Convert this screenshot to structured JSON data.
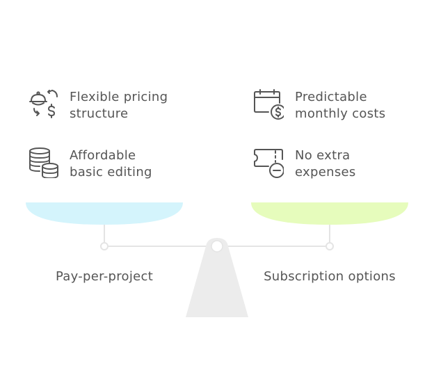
{
  "left_side": {
    "label": "Pay-per-project",
    "pan_color": "#d4f4fc",
    "items": [
      {
        "icon": "cloche-exchange-icon",
        "text": "Flexible pricing\nstructure"
      },
      {
        "icon": "coin-stack-icon",
        "text": "Affordable\nbasic editing"
      }
    ]
  },
  "right_side": {
    "label": "Subscription options",
    "pan_color": "#e6fcbc",
    "items": [
      {
        "icon": "calendar-dollar-icon",
        "text": "Predictable\nmonthly costs"
      },
      {
        "icon": "ticket-minus-icon",
        "text": "No extra\nexpenses"
      }
    ]
  },
  "colors": {
    "stand": "#ececec",
    "beam": "#e4e4e4",
    "icon_stroke": "#555555"
  }
}
